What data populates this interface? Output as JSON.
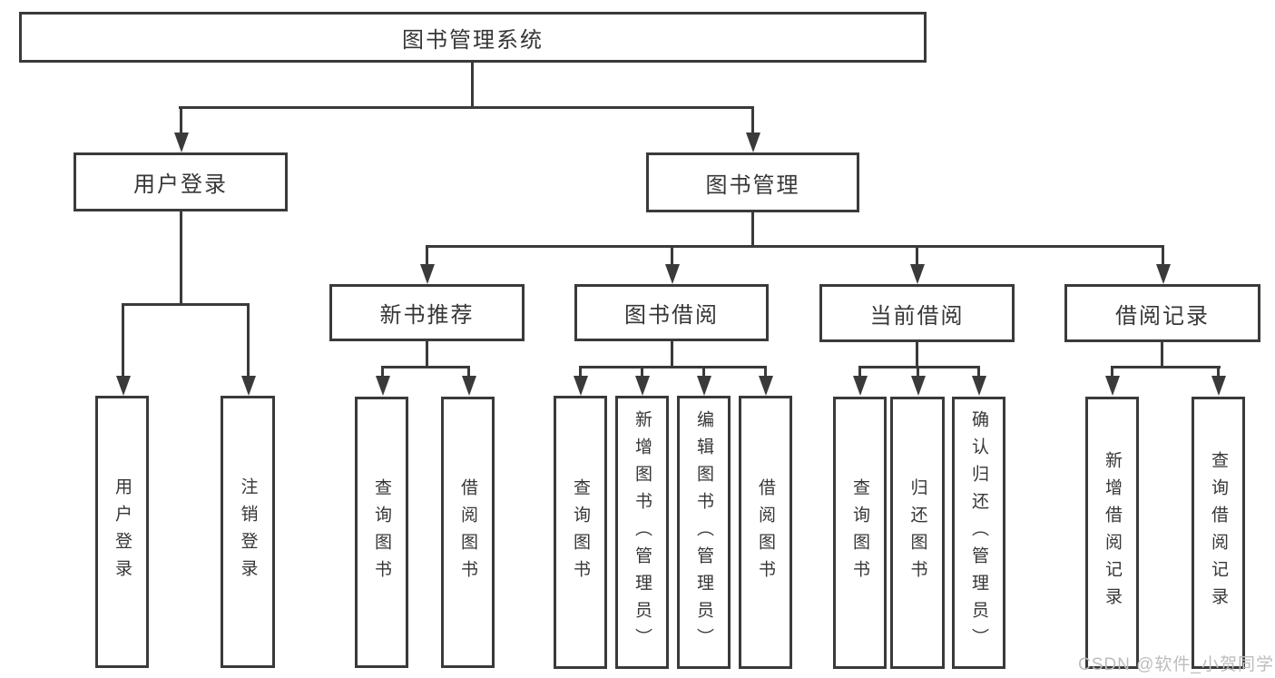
{
  "diagram_type": "hierarchy-tree",
  "colors": {
    "line": "#3a3a3a",
    "node_background": "#ffffff",
    "node_text": "#363636",
    "watermark_text": "#bdbdbd"
  },
  "tree": {
    "label": "图书管理系统",
    "children": [
      {
        "label": "用户登录",
        "children": [
          {
            "label": "用户登录"
          },
          {
            "label": "注销登录"
          }
        ]
      },
      {
        "label": "图书管理",
        "children": [
          {
            "label": "新书推荐",
            "children": [
              {
                "label": "查询图书"
              },
              {
                "label": "借阅图书"
              }
            ]
          },
          {
            "label": "图书借阅",
            "children": [
              {
                "label": "查询图书"
              },
              {
                "label": "新增图书（管理员）"
              },
              {
                "label": "编辑图书（管理员）"
              },
              {
                "label": "借阅图书"
              }
            ]
          },
          {
            "label": "当前借阅",
            "children": [
              {
                "label": "查询图书"
              },
              {
                "label": "归还图书"
              },
              {
                "label": "确认归还（管理员）"
              }
            ]
          },
          {
            "label": "借阅记录",
            "children": [
              {
                "label": "新增借阅记录"
              },
              {
                "label": "查询借阅记录"
              }
            ]
          }
        ]
      }
    ]
  },
  "watermark": {
    "text": "CSDN @软件_小贺同学"
  }
}
